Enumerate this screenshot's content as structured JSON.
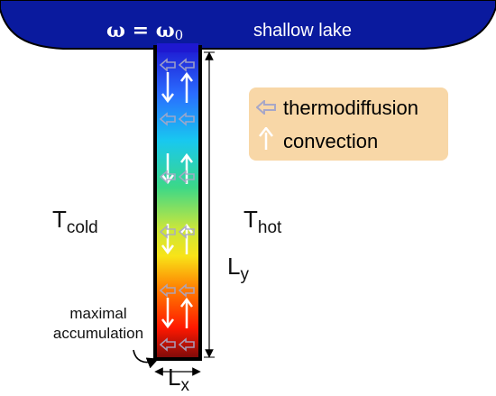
{
  "lake": {
    "label": "shallow lake",
    "omega_symbol": "ω = ω",
    "omega_subscript": "0",
    "color": "#0a1a9e"
  },
  "legend": {
    "thermodiffusion_label": "thermodiffusion",
    "convection_label": "convection",
    "background": "#f8d7a7"
  },
  "labels": {
    "t_cold": "T",
    "t_cold_sub": "cold",
    "t_hot": "T",
    "t_hot_sub": "hot",
    "ly": "L",
    "ly_sub": "y",
    "lx": "L",
    "lx_sub": "x",
    "max_accum_line1": "maximal",
    "max_accum_line2": "accumulation"
  },
  "gradient_colors": [
    "#1a1ad6",
    "#2a8cff",
    "#18d6e6",
    "#56d84e",
    "#f4ee1c",
    "#ff8a00",
    "#ff1e00",
    "#8a0c0c"
  ],
  "icons": {
    "thermodiffusion": "left-arrow-outline-icon",
    "convection": "up-arrow-icon"
  }
}
